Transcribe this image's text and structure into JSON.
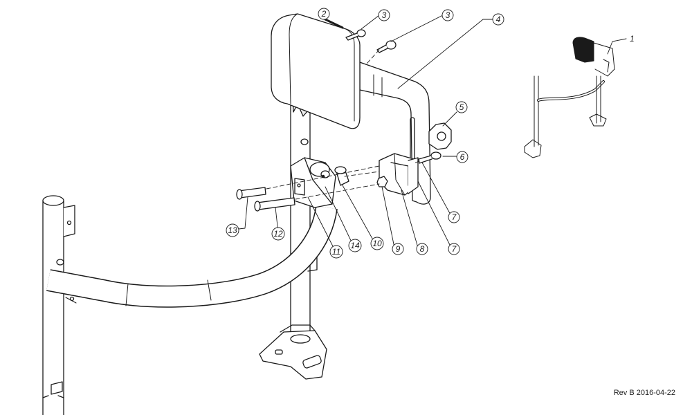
{
  "callouts": [
    "1",
    "2",
    "3",
    "3",
    "4",
    "5",
    "6",
    "7",
    "7",
    "8",
    "9",
    "10",
    "11",
    "12",
    "13",
    "14"
  ],
  "revision": "Rev B 2016-04-22"
}
